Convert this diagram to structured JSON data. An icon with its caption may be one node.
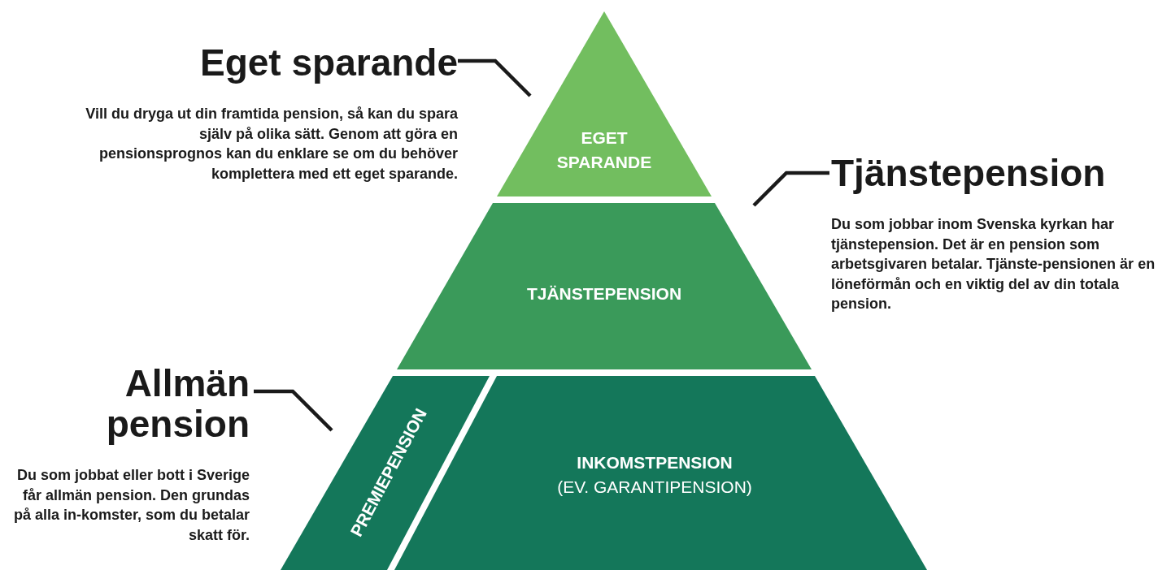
{
  "diagram": {
    "nodes": [
      {
        "text": [
          "Eget sparande",
          "Vill du dryga ut din framtida pension, så kan du spara själv på olika sätt. Genom att göra en pensionsprognos kan du enklare se om du behöver komplettera med ett eget sparande."
        ]
      },
      {
        "text": [
          "EGET SPARANDE"
        ]
      },
      {
        "text": [
          "Tjänstepension",
          "Du som jobbar inom Svenska kyrkan har tjänstepension. Det är en pension som arbetsgivaren betalar. Tjänste-pensionen är en löneförmån och en viktig del av din totala pension."
        ]
      },
      {
        "text": [
          "TJÄNSTEPENSION"
        ]
      },
      {
        "text": [
          "Allmän pension",
          "Du som jobbat eller bott i Sverige får allmän pension. Den grundas på alla in-komster, som du betalar skatt för."
        ]
      },
      {
        "text": [
          "PREMIEPENSION"
        ]
      },
      {
        "text": [
          "INKOMSTPENSION",
          "(EV. GARANTIPENSION)"
        ]
      }
    ],
    "edges": [
      {
        "from": 0,
        "to": 1,
        "arrow": "none"
      },
      {
        "from": 2,
        "to": 3,
        "arrow": "none"
      },
      {
        "from": 4,
        "to": 5,
        "arrow": "none"
      }
    ]
  }
}
